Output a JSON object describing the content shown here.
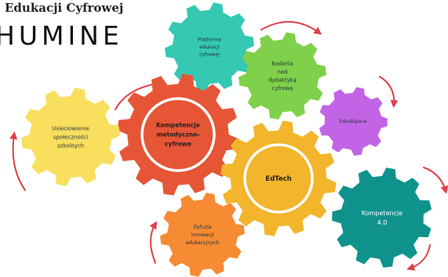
{
  "header": {
    "subtitle": "Edukacji Cyfrowej",
    "brand": "HUMINE"
  },
  "gears": [
    {
      "key": "platforma",
      "lines": [
        "Platforma",
        "edukacji",
        "cyfrowej"
      ],
      "color": "#35c8b3",
      "text_color": "#1f2d3a",
      "bold": false,
      "ring": false
    },
    {
      "key": "badania",
      "lines": [
        "Badania",
        "nad",
        "dydaktyką",
        "cyfrową"
      ],
      "color": "#7fd04a",
      "text_color": "#1f2d3a",
      "bold": false,
      "ring": false
    },
    {
      "key": "edu4space",
      "lines": [
        "Edu4Space"
      ],
      "color": "#c264e6",
      "text_color": "#1f2d3a",
      "bold": false,
      "ring": false
    },
    {
      "key": "kompetencje-metodyczno",
      "lines": [
        "Kompetencje",
        "metodyczno-",
        "cyfrowe"
      ],
      "color": "#e65536",
      "text_color": "#1f1f1f",
      "bold": true,
      "ring": true
    },
    {
      "key": "usieciowienie",
      "lines": [
        "Usieciowienie",
        "społeczności",
        "szkolnych"
      ],
      "color": "#f8df5e",
      "text_color": "#1f2d3a",
      "bold": false,
      "ring": false
    },
    {
      "key": "edtech",
      "lines": [
        "EdTech"
      ],
      "color": "#f2b52b",
      "text_color": "#1f1f1f",
      "bold": true,
      "ring": true
    },
    {
      "key": "kompetencje-40",
      "lines": [
        "Kompetencje",
        "4.0"
      ],
      "color": "#10928c",
      "text_color": "#ffffff",
      "bold": false,
      "ring": false
    },
    {
      "key": "dyfuzja",
      "lines": [
        "Dyfuzja",
        "innowacji",
        "edukacyjnych"
      ],
      "color": "#f68b33",
      "text_color": "#1f2d3a",
      "bold": false,
      "ring": false
    }
  ],
  "colors": {
    "arrow": "#e0404a",
    "ring": "#ffffff"
  }
}
